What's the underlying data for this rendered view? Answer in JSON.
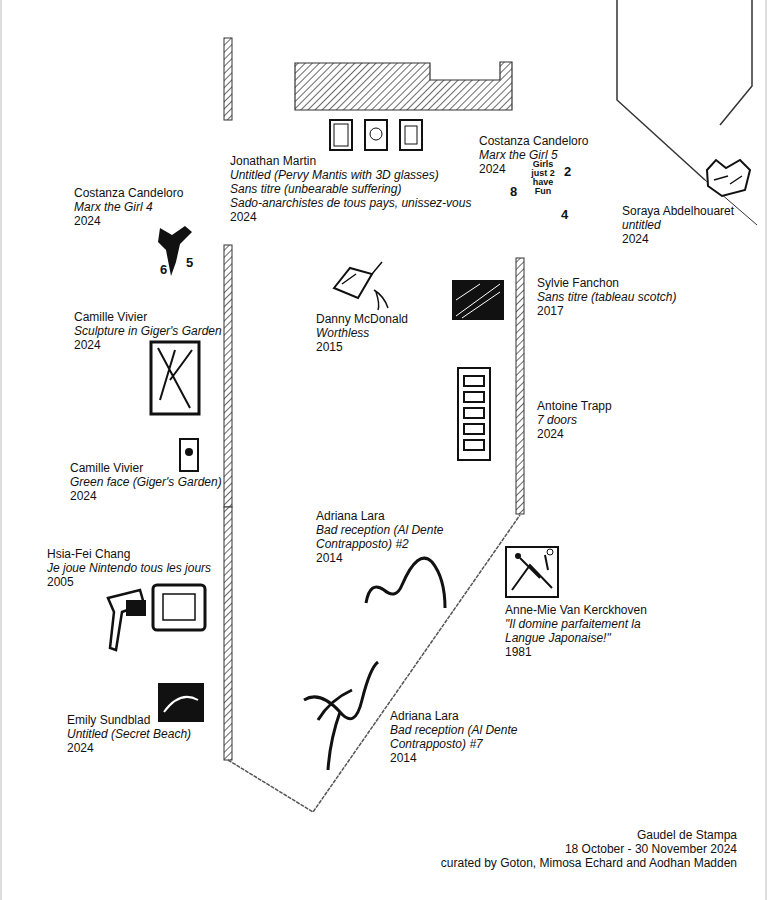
{
  "diagram": {
    "labels": [
      "Costanza Candeloro",
      "Marx the Girl 4",
      "2024",
      "Jonathan Martin",
      "Untitled (Pervy Mantis with 3D glasses)",
      "Sans titre (unbearable suffering)",
      "Sado-anarchistes de tous pays, unissez-vous",
      "2024",
      "Costanza Candeloro",
      "Marx the Girl 5",
      "2024",
      "Soraya Abdelhouaret",
      "untitled",
      "2024",
      "Camille Vivier",
      "Sculpture in Giger's Garden",
      "2024",
      "Danny McDonald",
      "Worthless",
      "2015",
      "Sylvie Fanchon",
      "Sans titre (tableau scotch)",
      "2017",
      "Antoine Trapp",
      "7 doors",
      "2024",
      "Camille Vivier",
      "Green face (Giger's Garden)",
      "2024",
      "Adriana Lara",
      "Bad reception (Al Dente Contrapposto) #2",
      "2014",
      "Hsia-Fei Chang",
      "Je joue Nintendo tous les jours",
      "2005",
      "Anne-Mie Van Kerckhoven",
      "\"Il domine parfaitement la Langue Japonaise!\"",
      "1981",
      "Emily Sundblad",
      "Untitled (Secret Beach)",
      "2024",
      "Adriana Lara",
      "Bad reception (Al Dente Contrapposto) #7",
      "2014",
      "Gaudel de Stampa",
      "18 October - 30 November 2024",
      "curated by Goton, Mimosa Echard and Aodhan Madden",
      "6",
      "5",
      "Girls just 2 have Fun",
      "8",
      "2",
      "4"
    ]
  }
}
